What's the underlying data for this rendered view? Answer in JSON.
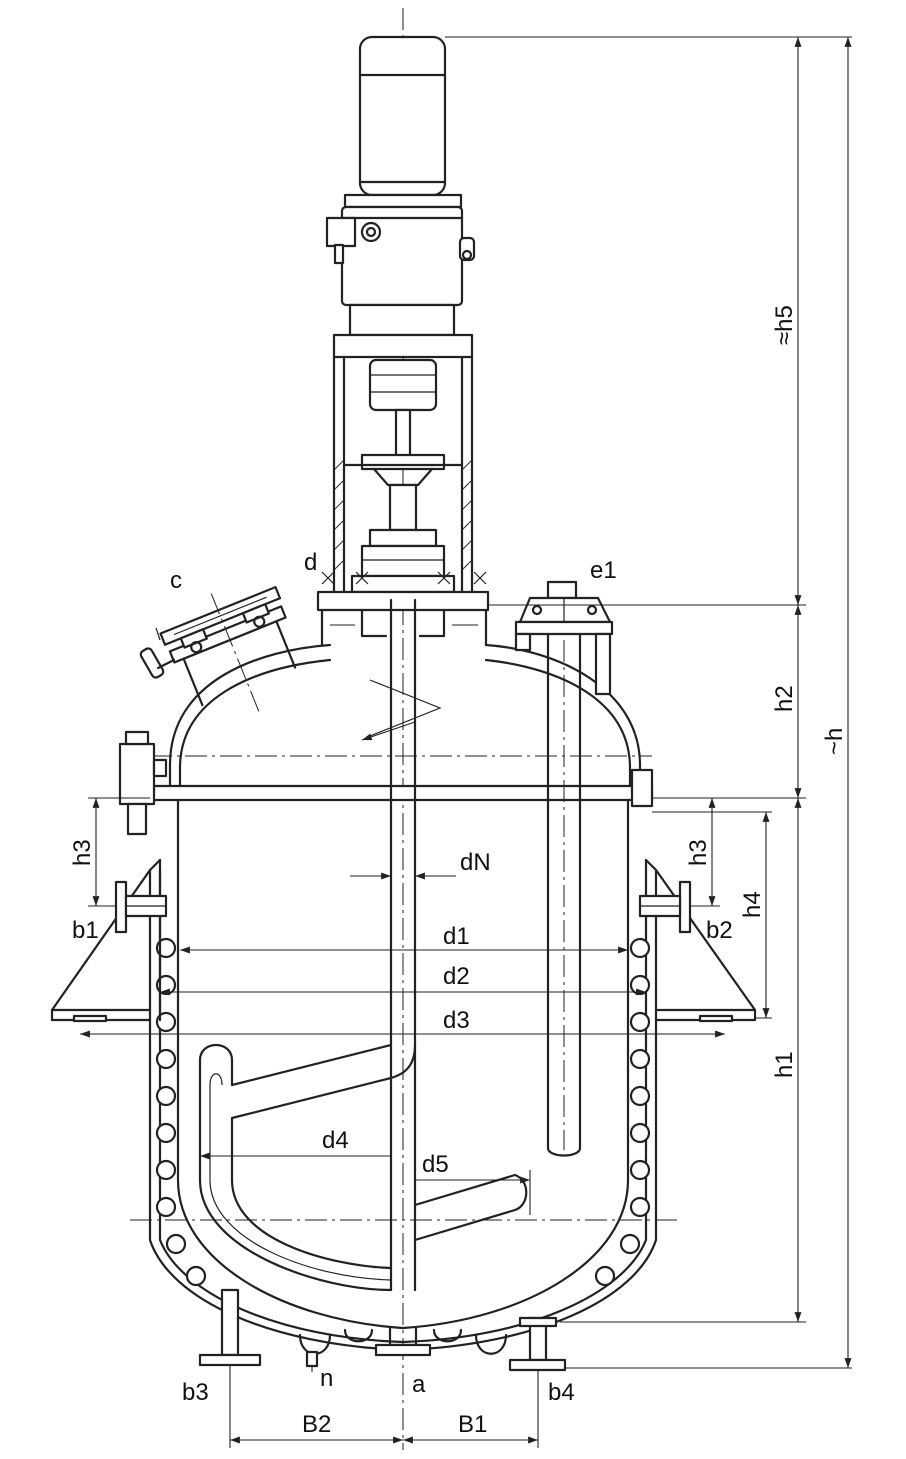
{
  "labels": {
    "c": "c",
    "d": "d",
    "e1": "e1",
    "h5": "≈h5",
    "h2": "h2",
    "h": "~h",
    "h3_left": "h3",
    "h3_right": "h3",
    "h4": "h4",
    "h1": "h1",
    "dN": "dN",
    "b1": "b1",
    "b2": "b2",
    "d1": "d1",
    "d2": "d2",
    "d3": "d3",
    "d4": "d4",
    "d5": "d5",
    "b3": "b3",
    "n": "n",
    "a": "a",
    "b4": "b4",
    "B2": "B2",
    "B1": "B1"
  }
}
